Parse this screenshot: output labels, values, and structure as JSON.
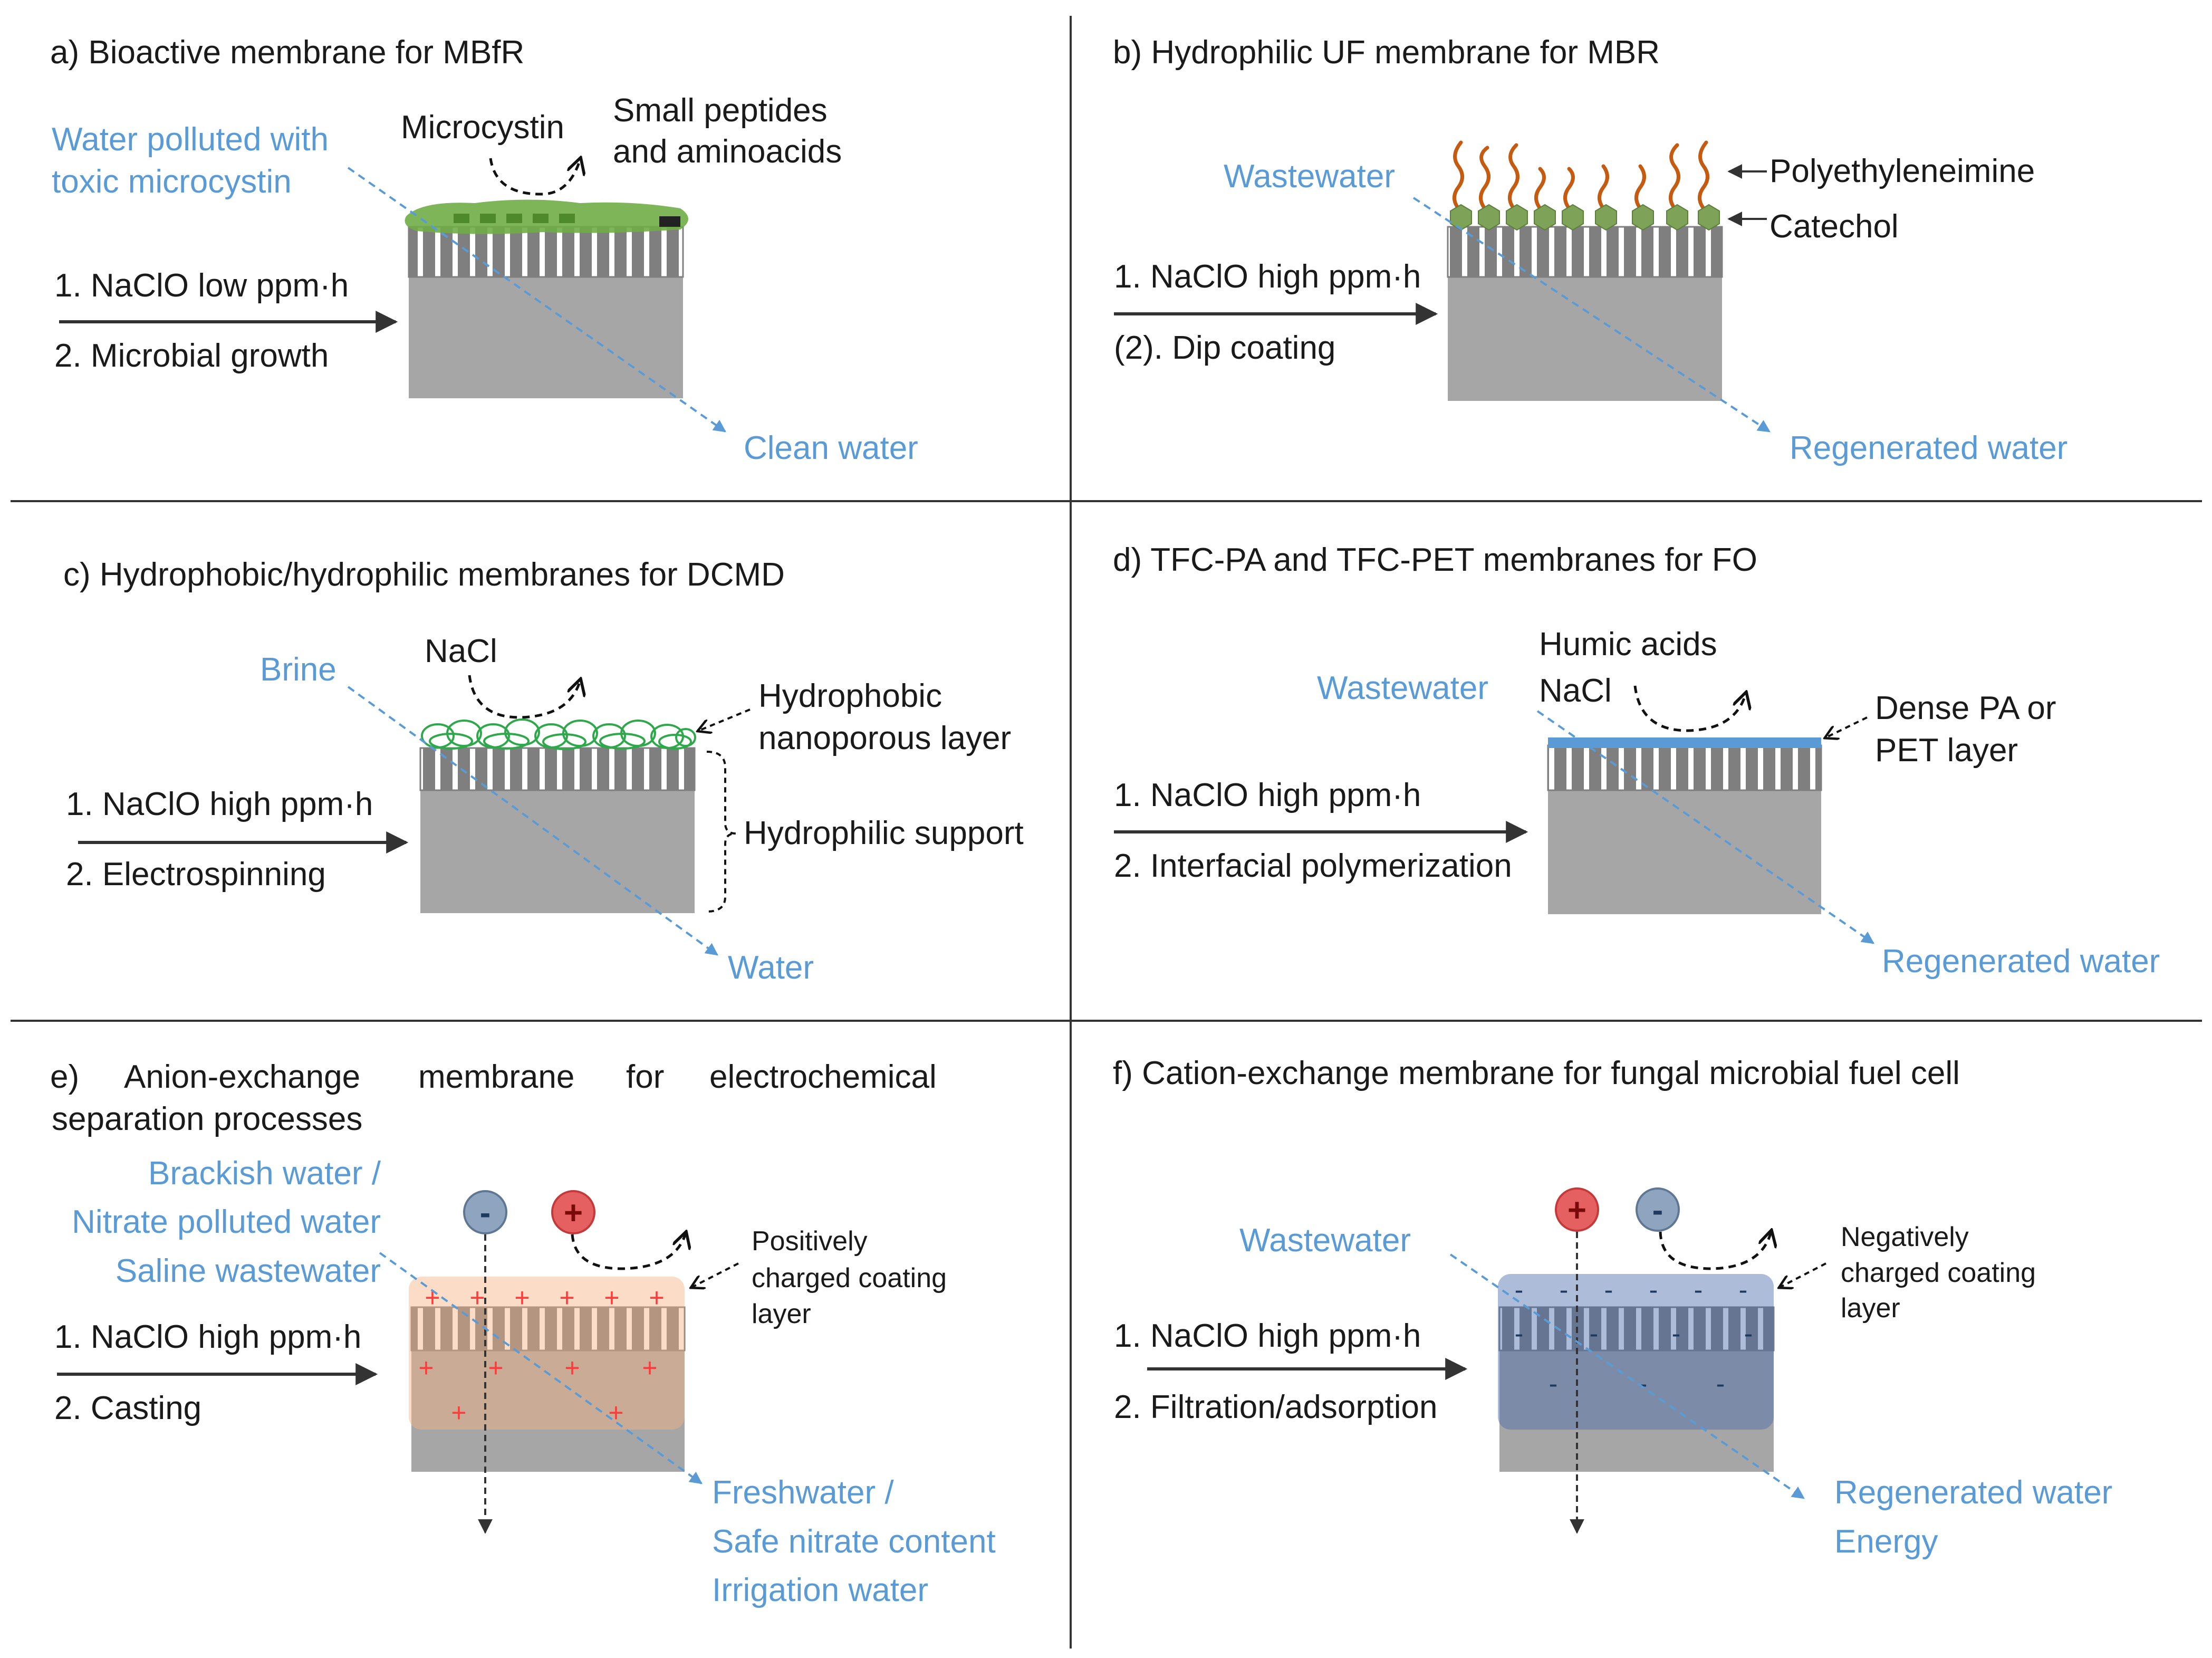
{
  "colors": {
    "water_blue": "#5b9bd5",
    "support_gray": "#a6a6a6",
    "green_biofilm": "#70ad47",
    "polymer_orange": "#c55a11",
    "catechol_green": "#7da258",
    "charge_red": "#ff3b3b",
    "charge_blue": "#44546a"
  },
  "panels": {
    "a": {
      "title": "a) Bioactive membrane for MBfR",
      "step1": "1. NaClO low ppm·h",
      "step2": "2. Microbial growth",
      "input_line1": "Water polluted with",
      "input_line2": "toxic microcystin",
      "output": "Clean water",
      "reactant": "Microcystin",
      "product_line1": "Small peptides",
      "product_line2": "and aminoacids"
    },
    "b": {
      "title": "b) Hydrophilic UF membrane for MBR",
      "step1": "1. NaClO high ppm·h",
      "step2": "(2).  Dip coating",
      "input": "Wastewater",
      "output": "Regenerated water",
      "label_top": "Polyethyleneimine",
      "label_mid": "Catechol"
    },
    "c": {
      "title": "c) Hydrophobic/hydrophilic membranes for DCMD",
      "step1": "1. NaClO high ppm·h",
      "step2": "2. Electrospinning",
      "input": "Brine",
      "output": "Water",
      "reactant": "NaCl",
      "layer_line1": "Hydrophobic",
      "layer_line2": "nanoporous layer",
      "support": "Hydrophilic support"
    },
    "d": {
      "title": "d) TFC-PA and TFC-PET membranes for FO",
      "step1": "1. NaClO high ppm·h",
      "step2": "2. Interfacial polymerization",
      "input": "Wastewater",
      "output": "Regenerated water",
      "reactant_line1": "Humic acids",
      "reactant_line2": "NaCl",
      "layer_line1": "Dense PA or",
      "layer_line2": "PET layer"
    },
    "e": {
      "title_w1": "e)",
      "title_w2": "Anion-exchange",
      "title_w3": "membrane",
      "title_w4": "for",
      "title_w5": "electrochemical",
      "title_line2": "separation processes",
      "step1": "1. NaClO high ppm·h",
      "step2": "2. Casting",
      "input_line1": "Brackish water /",
      "input_line2": "Nitrate polluted water",
      "input_line3": "Saline wastewater",
      "output_line1": "Freshwater /",
      "output_line2": "Safe nitrate content",
      "output_line3": "Irrigation water",
      "coating_line1": "Positively",
      "coating_line2": "charged coating",
      "coating_line3": "layer",
      "neg_symbol": "-",
      "pos_symbol": "+"
    },
    "f": {
      "title": "f) Cation-exchange membrane for fungal microbial fuel cell",
      "step1": "1. NaClO high ppm·h",
      "step2": "2. Filtration/adsorption",
      "input": "Wastewater",
      "output_line1": "Regenerated water",
      "output_line2": "Energy",
      "coating_line1": "Negatively",
      "coating_line2": "charged coating",
      "coating_line3": "layer",
      "pos_symbol": "+",
      "neg_symbol": "-"
    }
  }
}
